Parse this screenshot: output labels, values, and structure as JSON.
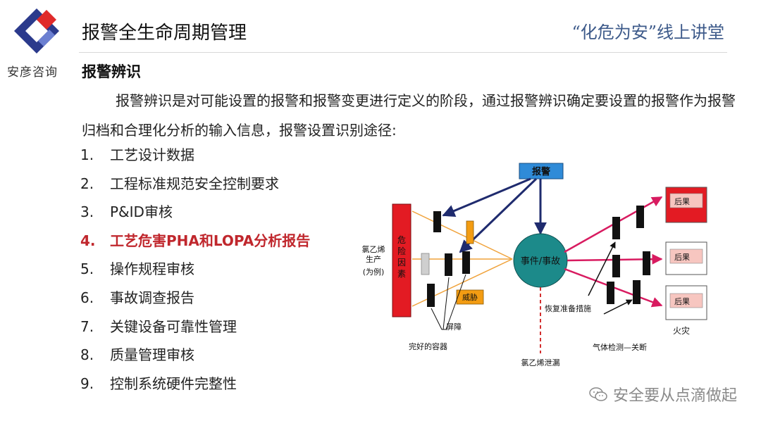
{
  "header": {
    "logo_text": "安彦咨询",
    "title": "报警全生命周期管理",
    "slogan": "“化危为安”线上讲堂"
  },
  "section": {
    "title": "报警辨识",
    "paragraph": "报警辨识是对可能设置的报警和报警变更进行定义的阶段，通过报警辨识确定要设置的报警作为报警归档和合理化分析的输入信息，报警设置识别途径:"
  },
  "list": [
    {
      "num": "1.",
      "text": "工艺设计数据"
    },
    {
      "num": "2.",
      "text": "工程标准规范安全控制要求"
    },
    {
      "num": "3.",
      "text": "P&ID审核"
    },
    {
      "num": "4.",
      "text": "工艺危害PHA和LOPA分析报告"
    },
    {
      "num": "5.",
      "text": "操作规程审核"
    },
    {
      "num": "6.",
      "text": "事故调查报告"
    },
    {
      "num": "7.",
      "text": "关键设备可靠性管理"
    },
    {
      "num": "8.",
      "text": "质量管理审核"
    },
    {
      "num": "9.",
      "text": "控制系统硬件完整性"
    }
  ],
  "diagram": {
    "alarm": "报警",
    "hazard_factor_line1": "危",
    "hazard_factor_line2": "险",
    "hazard_factor_line3": "因",
    "hazard_factor_line4": "素",
    "source_line1": "氯乙烯",
    "source_line2": "生产",
    "source_line3": "(为例)",
    "threat": "威胁",
    "barrier": "屏障",
    "intact_container": "完好的容器",
    "event": "事件/事故",
    "release": "氯乙烯泄漏",
    "recovery": "恢复准备措施",
    "gas_detection": "气体检测—关断",
    "consequence1": "后果",
    "consequence2": "后果",
    "consequence3": "后果",
    "fire": "火灾"
  },
  "watermark": {
    "text": "安全要从点滴做起"
  },
  "colors": {
    "highlight": "#c0272d",
    "slogan": "#3d5a8a",
    "alarm_box": "#2f8bd8",
    "hazard_bar": "#e31b23",
    "event_circle": "#1c8a8a",
    "threat_box": "#f39c12",
    "arrow_navy": "#1f2b6e",
    "arrow_pink": "#d81b60"
  }
}
